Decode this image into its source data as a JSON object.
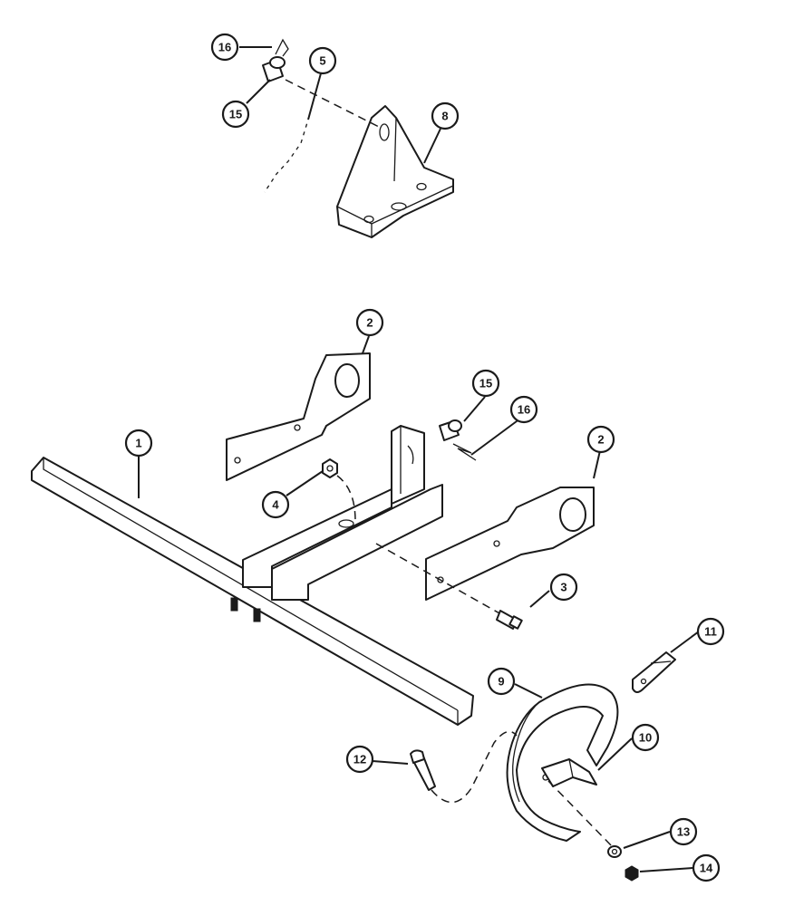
{
  "diagram": {
    "callouts": [
      {
        "id": "c1",
        "label": "1"
      },
      {
        "id": "c2a",
        "label": "2"
      },
      {
        "id": "c2b",
        "label": "2"
      },
      {
        "id": "c3",
        "label": "3"
      },
      {
        "id": "c4",
        "label": "4"
      },
      {
        "id": "c5",
        "label": "5"
      },
      {
        "id": "c8",
        "label": "8"
      },
      {
        "id": "c9",
        "label": "9"
      },
      {
        "id": "c10",
        "label": "10"
      },
      {
        "id": "c11",
        "label": "11"
      },
      {
        "id": "c12",
        "label": "12"
      },
      {
        "id": "c13",
        "label": "13"
      },
      {
        "id": "c14",
        "label": "14"
      },
      {
        "id": "c15a",
        "label": "15"
      },
      {
        "id": "c15b",
        "label": "15"
      },
      {
        "id": "c16a",
        "label": "16"
      },
      {
        "id": "c16b",
        "label": "16"
      }
    ],
    "colors": {
      "ink": "#1a1a1a",
      "paper": "#ffffff"
    }
  }
}
